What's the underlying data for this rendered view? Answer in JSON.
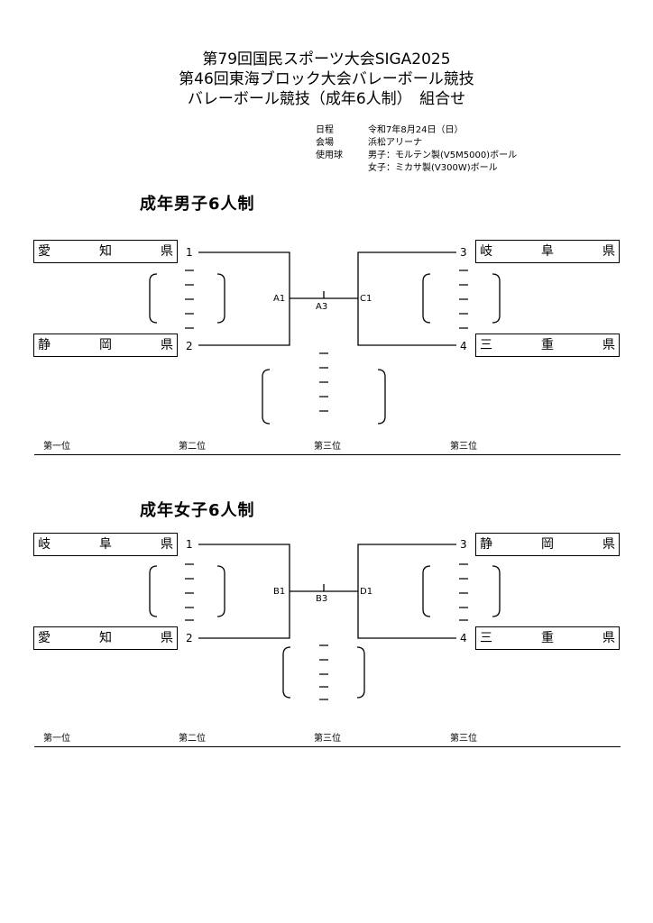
{
  "header": {
    "line1": "第79回国民スポーツ大会SIGA2025",
    "line2": "第46回東海ブロック大会バレーボール競技",
    "line3": "バレーボール競技（成年6人制）　組合せ"
  },
  "info": {
    "date_label": "日程",
    "date_value": "令和7年8月24日（日）",
    "venue_label": "会場",
    "venue_value": "浜松アリーナ",
    "ball_label": "使用球",
    "ball_men": "男子：モルテン製(V5M5000)ボール",
    "ball_women": "女子：ミカサ製(V300W)ボール"
  },
  "men": {
    "title": "成年男子6人制",
    "teams": [
      {
        "seed": "1",
        "name": [
          "愛",
          "知",
          "県"
        ]
      },
      {
        "seed": "2",
        "name": [
          "静",
          "岡",
          "県"
        ]
      },
      {
        "seed": "3",
        "name": [
          "岐",
          "阜",
          "県"
        ]
      },
      {
        "seed": "4",
        "name": [
          "三",
          "重",
          "県"
        ]
      }
    ],
    "match_left": "A1",
    "match_right": "C1",
    "match_final": "A3"
  },
  "women": {
    "title": "成年女子6人制",
    "teams": [
      {
        "seed": "1",
        "name": [
          "岐",
          "阜",
          "県"
        ]
      },
      {
        "seed": "2",
        "name": [
          "愛",
          "知",
          "県"
        ]
      },
      {
        "seed": "3",
        "name": [
          "静",
          "岡",
          "県"
        ]
      },
      {
        "seed": "4",
        "name": [
          "三",
          "重",
          "県"
        ]
      }
    ],
    "match_left": "B1",
    "match_right": "D1",
    "match_final": "B3"
  },
  "ranks": [
    "第一位",
    "第二位",
    "第三位",
    "第三位"
  ]
}
